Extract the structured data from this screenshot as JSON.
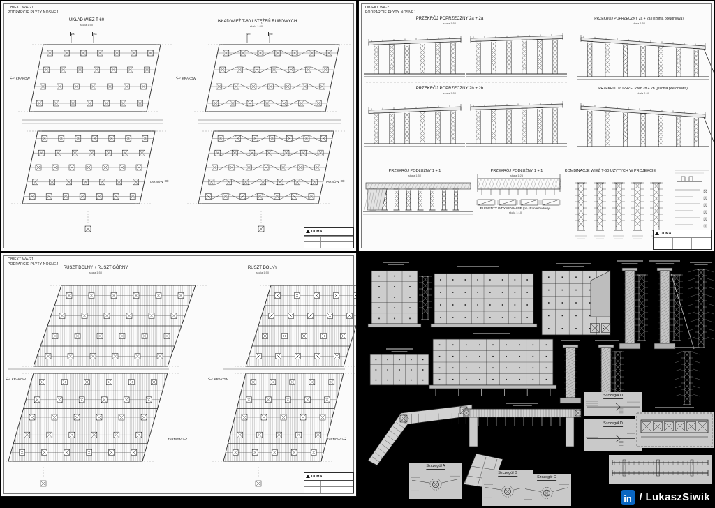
{
  "background": "#000000",
  "sheets": {
    "header": {
      "line1": "OBIEKT WA-21",
      "line2": "PODPARCIE PŁYTY NOŚNEJ"
    },
    "title_block": {
      "logo": "ULMA"
    },
    "top_left": {
      "titles": [
        {
          "text": "UKŁAD WIEŻ T-60",
          "scale": "skala 1:50"
        },
        {
          "text": "UKŁAD WIEŻ T-60 I STĘŻEŃ RUROWYCH",
          "scale": "skala 1:50"
        }
      ],
      "direction_labels": {
        "left": "KRAKÓW",
        "right": "TARNÓW"
      },
      "section_markers": {
        "left_plan": "2a",
        "right_plan": "2b"
      }
    },
    "top_right": {
      "titles": [
        {
          "text": "PRZEKRÓJ POPRZECZNY 2a + 2a",
          "scale": "skala 1:50"
        },
        {
          "text": "PRZEKRÓJ POPRZECZNY 2a + 2a (jezdnia południowa)",
          "scale": "skala 1:50"
        },
        {
          "text": "PRZEKRÓJ POPRZECZNY 2b + 2b",
          "scale": "skala 1:50"
        },
        {
          "text": "PRZEKRÓJ POPRZECZNY 2b + 2b (jezdnia południowa)",
          "scale": "skala 1:50"
        },
        {
          "text": "PRZEKRÓJ PODŁUŻNY 1 + 1",
          "scale": "skala 1:50"
        },
        {
          "text": "PRZEKRÓJ PODŁUŻNY 1 + 1",
          "scale": "skala 1:25"
        },
        {
          "text": "KOMBINACJE WIEŻ T-60 UŻYTYCH W PROJEKCIE",
          "scale": ""
        },
        {
          "text": "ELEMENTY INDYWIDUALNE (po stronie budowy)",
          "scale": "skala 1:10"
        }
      ]
    },
    "bottom_left": {
      "titles": [
        {
          "text": "RUSZT DOLNY + RUSZT GÓRNY",
          "scale": "skala 1:50"
        },
        {
          "text": "RUSZT DOLNY",
          "scale": "skala 1:50"
        }
      ],
      "direction_labels": {
        "left": "KRAKÓW",
        "right": "TARNÓW"
      }
    }
  },
  "bottom_right_panel": {
    "details": [
      {
        "label": "Szczegół A"
      },
      {
        "label": "Szczegół B"
      },
      {
        "label": "Szczegół C"
      },
      {
        "label": "Szczegół D"
      },
      {
        "label": "Szczegół D"
      }
    ]
  },
  "watermark": {
    "logo": "in",
    "text": "/ LukaszSiwik"
  }
}
